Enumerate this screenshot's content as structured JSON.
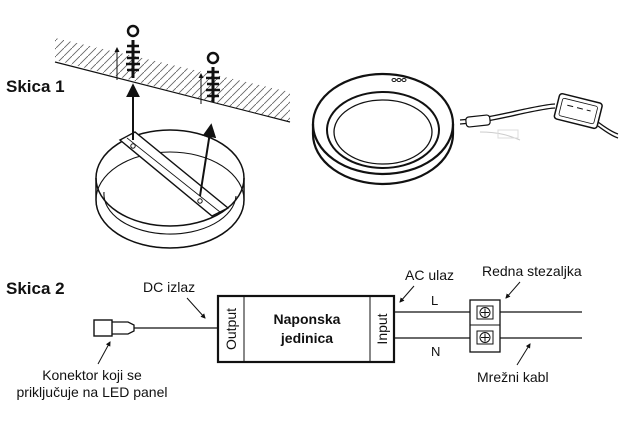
{
  "sketch1": {
    "label": "Skica 1"
  },
  "sketch2": {
    "label": "Skica 2",
    "dc_output_label": "DC izlaz",
    "ac_input_label": "AC ulaz",
    "terminal_block_label": "Redna stezaljka",
    "power_cable_label": "Mrežni kabl",
    "connector_label_line1": "Konektor koji se",
    "connector_label_line2": "priključuje na LED panel",
    "psu_title_line1": "Naponska",
    "psu_title_line2": "jedinica",
    "psu_output_label": "Output",
    "psu_input_label": "Input",
    "line_label": "L",
    "neutral_label": "N"
  }
}
